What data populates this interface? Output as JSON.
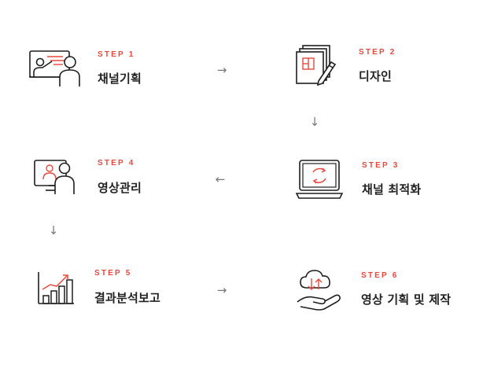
{
  "colors": {
    "accent": "#e8483c",
    "text": "#222222",
    "arrow": "#777777",
    "stroke": "#1e1e1e"
  },
  "steps": [
    {
      "label": "STEP 1",
      "title": "채널기획",
      "icon": "presentation-board-icon"
    },
    {
      "label": "STEP 2",
      "title": "디자인",
      "icon": "design-pencil-icon"
    },
    {
      "label": "STEP 3",
      "title": "채널 최적화",
      "icon": "laptop-refresh-icon"
    },
    {
      "label": "STEP 4",
      "title": "영상관리",
      "icon": "video-call-icon"
    },
    {
      "label": "STEP 5",
      "title": "결과분석보고",
      "icon": "growth-chart-icon"
    },
    {
      "label": "STEP 6",
      "title": "영상 기획 및 제작",
      "icon": "cloud-hand-icon"
    }
  ],
  "arrows": {
    "step1_to_step2": "→",
    "step2_to_step3": "↓",
    "step3_to_step4": "←",
    "step4_to_step5": "↓",
    "step5_to_step6": "→"
  }
}
